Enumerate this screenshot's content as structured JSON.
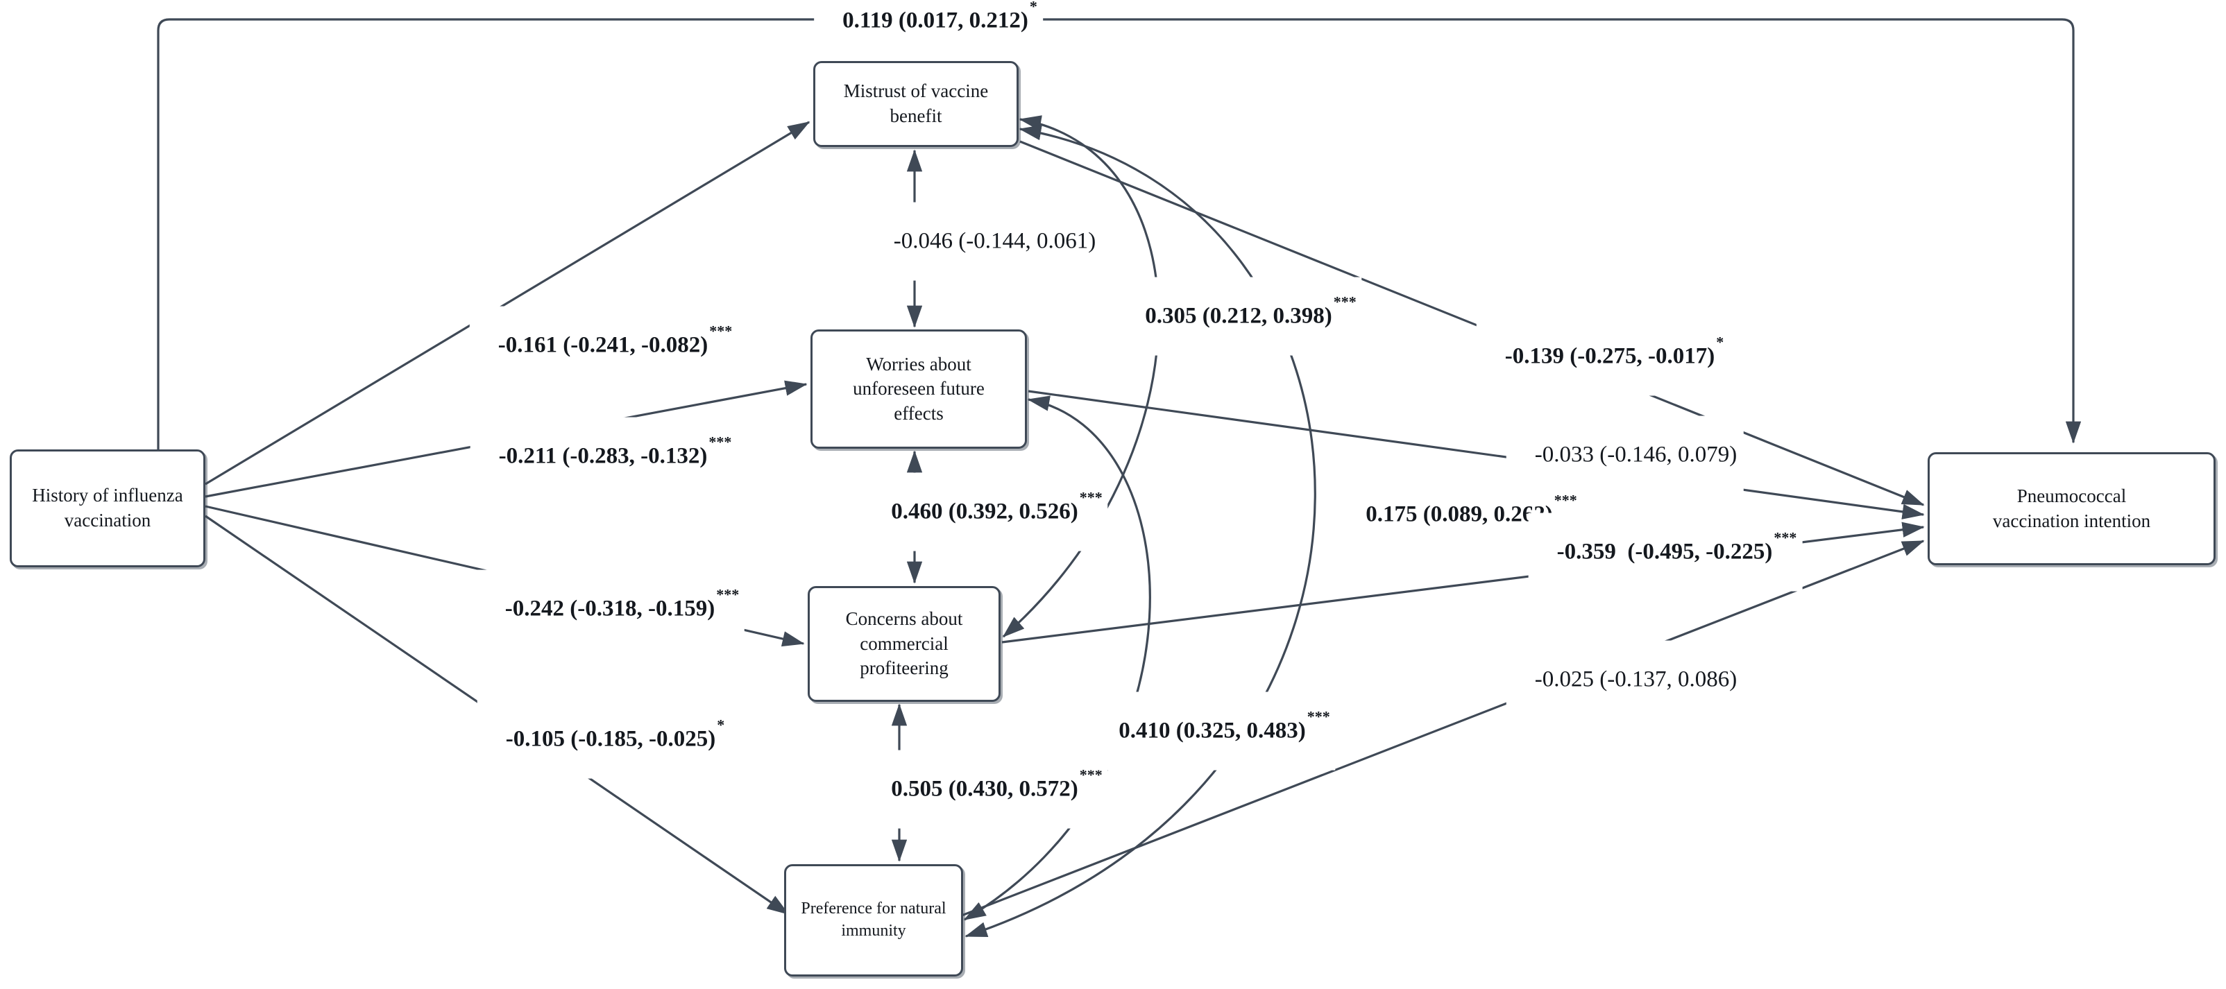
{
  "colors": {
    "background": "#ffffff",
    "line": "#3f4956",
    "text": "#14181e"
  },
  "nodes": {
    "history": {
      "label": [
        "History of influenza",
        "vaccination"
      ]
    },
    "mistrust": {
      "label": [
        "Mistrust of vaccine",
        "benefit"
      ]
    },
    "worries": {
      "label": [
        "Worries about",
        "unforeseen future",
        "effects"
      ]
    },
    "concerns": {
      "label": [
        "Concerns about",
        "commercial",
        "profiteering"
      ]
    },
    "preference": {
      "label": [
        "Preference for natural",
        "immunity"
      ]
    },
    "pneumococcal": {
      "label": [
        "Pneumococcal",
        "vaccination intention"
      ]
    }
  },
  "paths": {
    "history_pneumococcal": {
      "estimate": "0.119 (0.017, 0.212)",
      "stars": "*"
    },
    "history_mistrust": {
      "estimate": "-0.161 (-0.241, -0.082)",
      "stars": "***"
    },
    "history_worries": {
      "estimate": "-0.211 (-0.283, -0.132)",
      "stars": "***"
    },
    "history_concerns": {
      "estimate": "-0.242 (-0.318, -0.159)",
      "stars": "***"
    },
    "history_preference": {
      "estimate": "-0.105 (-0.185, -0.025)",
      "stars": "*"
    },
    "mistrust_worries": {
      "estimate": "-0.046 (-0.144, 0.061)",
      "stars": ""
    },
    "worries_concerns": {
      "estimate": "0.460 (0.392, 0.526)",
      "stars": "***"
    },
    "concerns_preference": {
      "estimate": "0.505 (0.430, 0.572)",
      "stars": "***"
    },
    "mistrust_concerns": {
      "estimate": "0.305 (0.212, 0.398)",
      "stars": "***"
    },
    "mistrust_preference": {
      "estimate": "0.175 (0.089, 0.262)",
      "stars": "***"
    },
    "worries_preference": {
      "estimate": "0.410 (0.325, 0.483)",
      "stars": "***"
    },
    "mistrust_pneumococcal": {
      "estimate": "-0.139 (-0.275, -0.017)",
      "stars": "*"
    },
    "worries_pneumococcal": {
      "estimate": "-0.033 (-0.146, 0.079)",
      "stars": ""
    },
    "concerns_pneumococcal": {
      "estimate": "-0.359  (-0.495, -0.225)",
      "stars": "***"
    },
    "preference_pneumococcal": {
      "estimate": "-0.025 (-0.137, 0.086)",
      "stars": ""
    }
  }
}
